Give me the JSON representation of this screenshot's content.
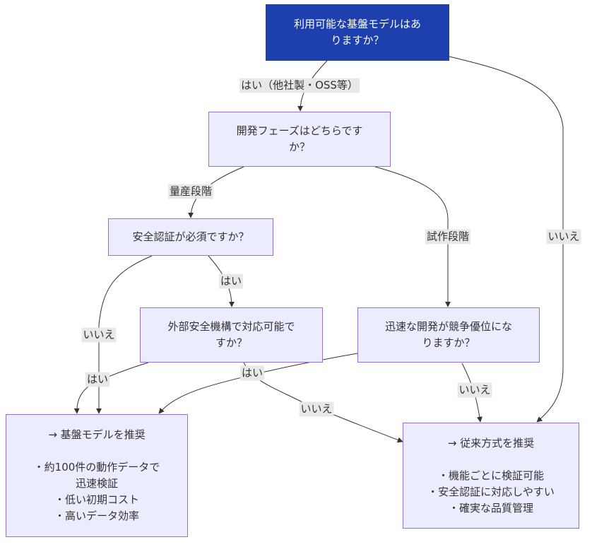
{
  "colors": {
    "start_fill": "#1E3FAE",
    "node_fill": "#ECECFF",
    "node_border": "#9370DB",
    "edge": "#333333",
    "label_bg": "#E8E8E8"
  },
  "nodes": {
    "q_base_model": "利用可能な基盤モデルはあ\nりますか？",
    "q_phase": "開発フェーズはどちらです\nか？",
    "q_cert_required": "安全認証が必須ですか？",
    "q_external_safety": "外部安全機構で対応可能で\nすか？",
    "q_rapid_dev": "迅速な開発が競争優位にな\nりますか？",
    "r_foundation": "→ 基盤モデルを推奨\n\n・約100件の動作データで\n迅速検証\n・低い初期コスト\n・高いデータ効率",
    "r_conventional": "→ 従来方式を推奨\n\n・機能ごとに検証可能\n・安全認証に対応しやすい\n・確実な品質管理"
  },
  "edges": [
    {
      "from": "q_base_model",
      "to": "q_phase",
      "label": "はい（他社製・OSS等）"
    },
    {
      "from": "q_base_model",
      "to": "r_conventional",
      "label": "いいえ"
    },
    {
      "from": "q_phase",
      "to": "q_cert_required",
      "label": "量産段階"
    },
    {
      "from": "q_phase",
      "to": "q_rapid_dev",
      "label": "試作段階"
    },
    {
      "from": "q_cert_required",
      "to": "q_external_safety",
      "label": "はい"
    },
    {
      "from": "q_cert_required",
      "to": "r_foundation",
      "label": "いいえ"
    },
    {
      "from": "q_external_safety",
      "to": "r_foundation",
      "label": "はい"
    },
    {
      "from": "q_external_safety",
      "to": "r_conventional",
      "label": "いいえ"
    },
    {
      "from": "q_rapid_dev",
      "to": "r_foundation",
      "label": "はい"
    },
    {
      "from": "q_rapid_dev",
      "to": "r_conventional",
      "label": "いいえ"
    }
  ]
}
